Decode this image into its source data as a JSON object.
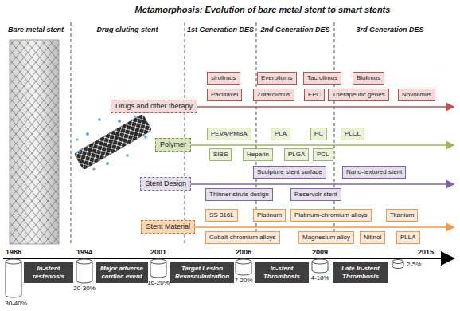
{
  "diagram": {
    "title": "Metamorphosis: Evolution of bare metal stent to smart stents",
    "nodes": [
      {
        "text": [
          "Drugs and other therapy"
        ]
      },
      {
        "text": [
          "sirolimus"
        ]
      },
      {
        "text": [
          "Everoliums"
        ]
      },
      {
        "text": [
          "Tacrolimus"
        ]
      },
      {
        "text": [
          "Biolimus"
        ]
      },
      {
        "text": [
          "Paclitaxel"
        ]
      },
      {
        "text": [
          "Zotarolimus"
        ]
      },
      {
        "text": [
          "EPC"
        ]
      },
      {
        "text": [
          "Therapeutic genes"
        ]
      },
      {
        "text": [
          "Novolimus"
        ]
      },
      {
        "text": [
          "Polymer"
        ]
      },
      {
        "text": [
          "PEVA/PMBA"
        ]
      },
      {
        "text": [
          "PLA"
        ]
      },
      {
        "text": [
          "PC"
        ]
      },
      {
        "text": [
          "PLCL"
        ]
      },
      {
        "text": [
          "SIBS"
        ]
      },
      {
        "text": [
          "Heparin"
        ]
      },
      {
        "text": [
          "PLGA"
        ]
      },
      {
        "text": [
          "PCL"
        ]
      },
      {
        "text": [
          "Stent Design"
        ]
      },
      {
        "text": [
          "Sculpture stent surface"
        ]
      },
      {
        "text": [
          "Nano-textured stent"
        ]
      },
      {
        "text": [
          "Thinner struts design"
        ]
      },
      {
        "text": [
          "Reservoir stent"
        ]
      },
      {
        "text": [
          "Stent Material"
        ]
      },
      {
        "text": [
          "SS 316L"
        ]
      },
      {
        "text": [
          "Platinum"
        ]
      },
      {
        "text": [
          "Platinum-chromium alloys"
        ]
      },
      {
        "text": [
          "Titanium"
        ]
      },
      {
        "text": [
          "Cobalt-chromium alloys"
        ]
      },
      {
        "text": [
          "Magnesium alloy"
        ]
      },
      {
        "text": [
          "Nitinol"
        ]
      },
      {
        "text": [
          "PLLA"
        ]
      },
      {
        "text": [
          "In-stent restenosis"
        ]
      },
      {
        "text": [
          "Major adverse cardiac event"
        ]
      },
      {
        "text": [
          "Target Lesion Revascularization"
        ]
      },
      {
        "text": [
          "In-stent Thrombosis"
        ]
      },
      {
        "text": [
          "Late In-stent Thrombosis"
        ]
      }
    ],
    "edges": [],
    "labels": [
      "Bare metal stent",
      "Drug eluting stent",
      "1st Generation DES",
      "2nd Generation DES",
      "3rd Generation DES",
      "1986",
      "1994",
      "2001",
      "2006",
      "2009",
      "2015",
      "30-40%",
      "20-30%",
      "16-20%",
      "7-20%",
      "4-18%",
      "2-5%"
    ]
  }
}
